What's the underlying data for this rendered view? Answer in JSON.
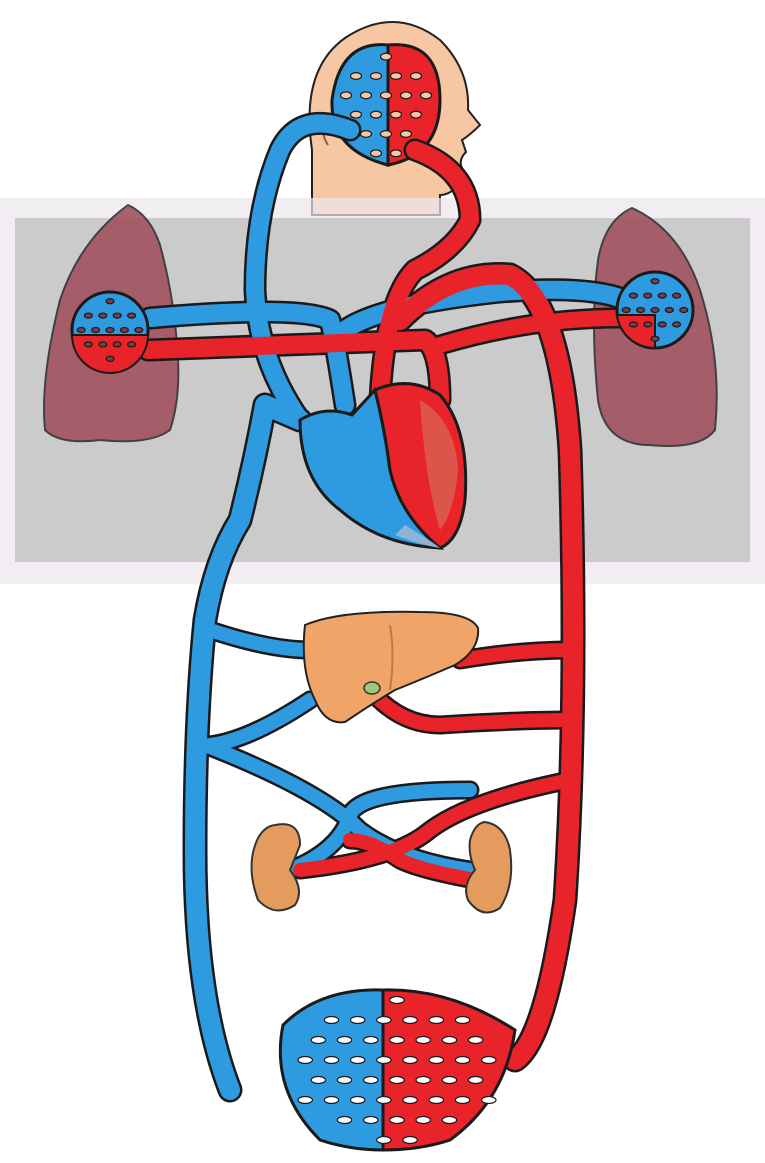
{
  "diagram": {
    "kind": "circulatory-system-illustration",
    "text_labels": [],
    "colors": {
      "background": "#ffffff",
      "deoxygenated_blood": "#2e9be0",
      "oxygenated_blood": "#e8232a",
      "vessel_outline": "#1a1a1a",
      "skin": "#f7c6a3",
      "lung": "#a0525f",
      "liver": "#f1a467",
      "kidney": "#e39b5e",
      "thorax_overlay": "#bfbfbf",
      "thorax_overlay_border": "#ece6ee"
    },
    "organs": [
      "head",
      "left-lung",
      "right-lung",
      "heart",
      "liver",
      "left-kidney",
      "right-kidney",
      "lower-body-capillary-bed"
    ]
  }
}
